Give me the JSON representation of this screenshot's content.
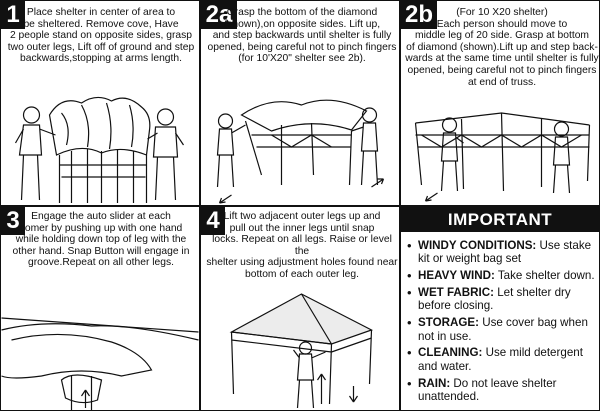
{
  "panels": [
    {
      "id": "1",
      "number": "1",
      "text": "Place shelter in center of area to\nbe sheltered. Remove cove, Have\n2 people stand on opposite sides, grasp\ntwo outer legs, Lift off of ground and step\nbackwards,stopping at arms length."
    },
    {
      "id": "2a",
      "number": "2a",
      "text": "Grasp the bottom of the diamond\n(shown),on opposite sides. Lift up,\nand step backwards until shelter is fully\nopened, being careful not to pinch fingers\n(for 10'X20\"   shelter see 2b)."
    },
    {
      "id": "2b",
      "number": "2b",
      "text": "(For 10 X20 shelter)\nEach person should move to\nmiddle leg of 20 side. Grasp at bottom\nof diamond (shown).Lift up and step back-\nwards at the same time until shelter is fully\nopened, being careful not to pinch fingers\nat end of truss."
    },
    {
      "id": "3",
      "number": "3",
      "text": "Engage the auto slider at each\ncomer by pushing up with one hand\nwhile holding down top of leg with the\nother hand. Snap Button will engage in\ngroove.Repeat on all other legs."
    },
    {
      "id": "4",
      "number": "4",
      "text": "Lift two adjacent outer legs up and\npull out the inner legs until snap\nlocks. Repeat on all legs. Raise or level the\nshelter using adjustment holes found near\nbottom of each outer leg."
    }
  ],
  "important": {
    "title": "IMPORTANT",
    "items": [
      {
        "label": "WINDY CONDITIONS:",
        "text": " Use stake kit or weight bag set"
      },
      {
        "label": "HEAVY WIND:",
        "text": " Take shelter down."
      },
      {
        "label": "WET FABRIC:",
        "text": " Let shelter dry before closing."
      },
      {
        "label": "STORAGE:",
        "text": " Use cover bag when not in use."
      },
      {
        "label": "CLEANING:",
        "text": " Use mild detergent and water."
      },
      {
        "label": "RAIN:",
        "text": " Do not leave shelter unattended."
      }
    ]
  }
}
